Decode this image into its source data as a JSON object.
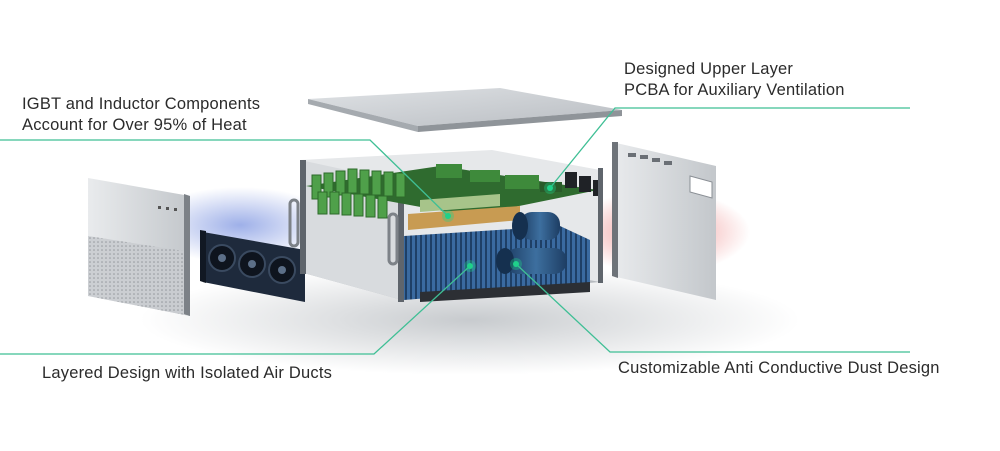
{
  "callouts": {
    "upper_layer": {
      "line1": "Designed Upper Layer",
      "line2": "PCBA for Auxiliary Ventilation"
    },
    "igbt": {
      "line1": "IGBT and Inductor Components",
      "line2": "Account for Over 95% of Heat"
    },
    "air_ducts": {
      "text": "Layered Design with Isolated Air Ducts"
    },
    "dust": {
      "text": "Customizable Anti Conductive Dust Design"
    }
  },
  "colors": {
    "accent_line": "#3fbf95",
    "marker": "#1fd18a",
    "cool_air": "#5a78d8",
    "hot_air": "#e04a4a",
    "pcb_green": "#4a9b45",
    "inductor_blue": "#2f5e8e",
    "chassis": "#cfd2d6"
  }
}
